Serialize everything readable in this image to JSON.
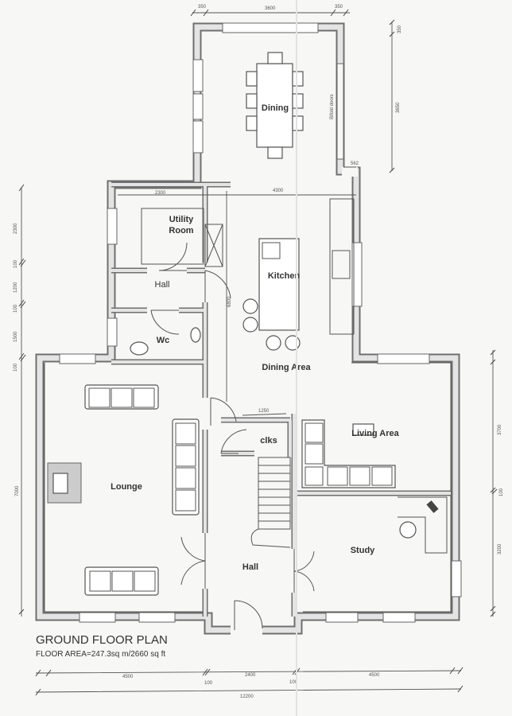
{
  "title": "GROUND FLOOR PLAN",
  "floor_area": "FLOOR AREA=247.3sq m/2660 sq ft",
  "rooms": {
    "dining": "Dining",
    "utility_room": [
      "Utility",
      "Room"
    ],
    "hall_upper": "Hall",
    "kitchen": "Kitchen",
    "wc": "Wc",
    "dining_area": "Dining Area",
    "clks": "clks",
    "living_area": "Living Area",
    "lounge": "Lounge",
    "study": "Study",
    "hall_main": "Hall"
  },
  "annotations": {
    "bifold_doors": "Bifold doors"
  },
  "dimensions": {
    "top": [
      "350",
      "3600",
      "350"
    ],
    "dining_right": [
      "350",
      "3650"
    ],
    "dining_return": "562",
    "kitchen_width": "4300",
    "utility_width": "2300",
    "left": [
      "2300",
      "100",
      "1200",
      "100",
      "1500",
      "100",
      "7000"
    ],
    "right": [
      "3700",
      "100",
      "3200"
    ],
    "bottom": [
      "4500",
      "2400",
      "4500"
    ],
    "bottom_gaps": [
      "100",
      "100"
    ],
    "overall": "12200",
    "kitchen_depth": "6800",
    "clks_width": "1250"
  }
}
